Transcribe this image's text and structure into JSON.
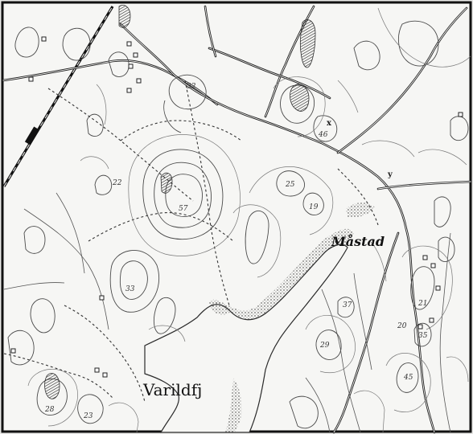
{
  "map": {
    "place_labels": {
      "varildfj": "Varildfj",
      "mastad": "Måstad"
    },
    "point_labels": {
      "x": "x",
      "y": "y"
    },
    "elevations": {
      "e22": "22",
      "e32": "32",
      "e57": "57",
      "e46": "46",
      "e25": "25",
      "e19": "19",
      "e33": "33",
      "e28": "28",
      "e23": "23",
      "e21": "21",
      "e20": "20",
      "e45": "45",
      "e37": "37",
      "e29": "29",
      "e35": "35"
    },
    "colors": {
      "paper": "#f6f6f4",
      "ink": "#111111"
    }
  }
}
